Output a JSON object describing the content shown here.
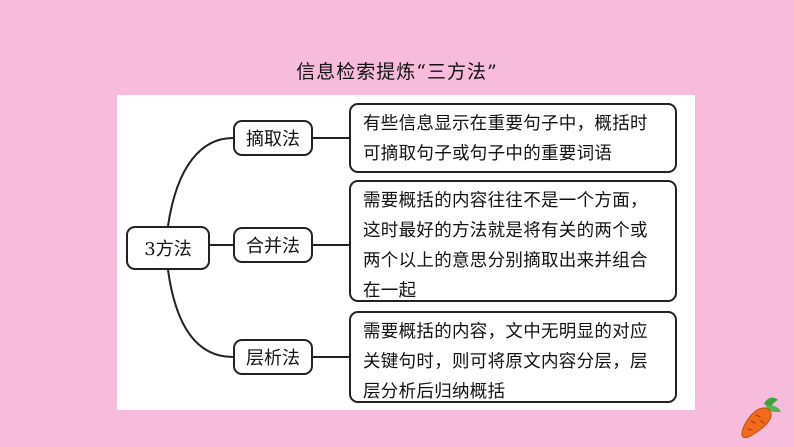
{
  "title": "信息检索提炼“三方法”",
  "diagram": {
    "root": "3方法",
    "branches": [
      {
        "label": "摘取法",
        "text": "有些信息显示在重要句子中，概括时可摘取句子或句子中的重要词语"
      },
      {
        "label": "合并法",
        "text": "需要概括的内容往往不是一个方面，这时最好的方法就是将有关的两个或两个以上的意思分别摘取出来并组合在一起"
      },
      {
        "label": "层析法",
        "text": "需要概括的内容，文中无明显的对应关键句时，则可将原文内容分层，层层分析后归纳概括"
      }
    ]
  },
  "colors": {
    "background": "#f7bcdc",
    "panel": "#ffffff",
    "border": "#222222",
    "carrot": "#f26b1d",
    "leaf": "#3aa33a"
  },
  "icons": {
    "corner": "carrot-icon"
  }
}
